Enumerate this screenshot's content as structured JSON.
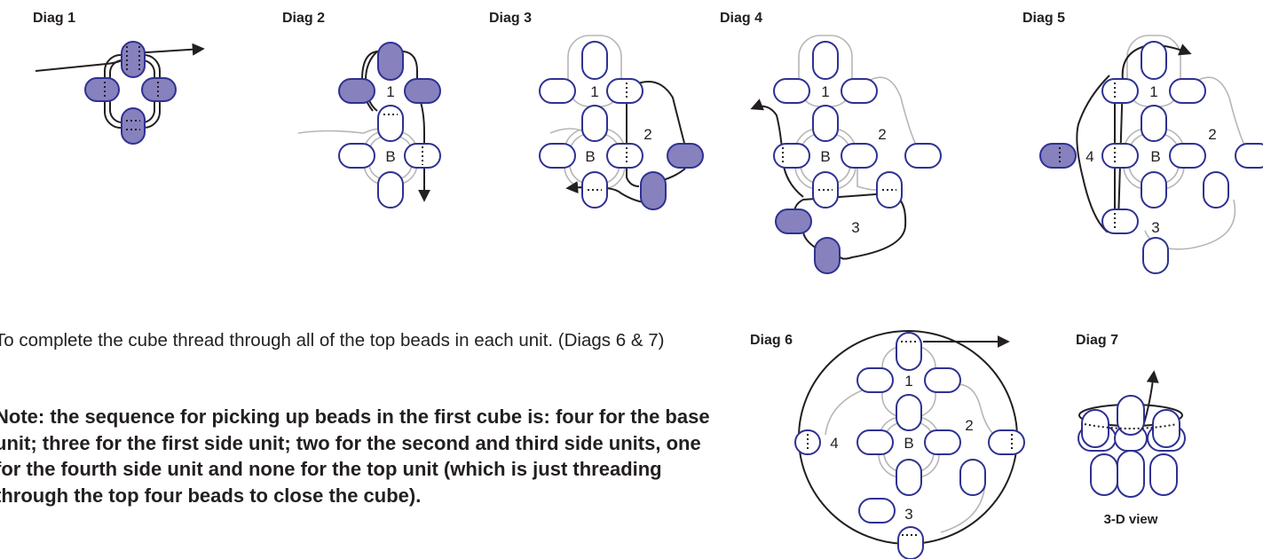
{
  "diagrams": [
    {
      "label": "Diag 1"
    },
    {
      "label": "Diag 2"
    },
    {
      "label": "Diag 3"
    },
    {
      "label": "Diag 4"
    },
    {
      "label": "Diag 5"
    },
    {
      "label": "Diag 6"
    },
    {
      "label": "Diag 7"
    }
  ],
  "bead_labels": {
    "base": "B",
    "unit1": "1",
    "unit2": "2",
    "unit3": "3",
    "unit4": "4"
  },
  "view_caption": "3-D view",
  "text": {
    "step": "To complete the cube thread through all of the top beads in each unit. (Diags 6 & 7)",
    "note": "Note: the sequence for picking up beads in the first cube is: four for the base unit; three for the first side unit; two for the second and third side units, one for the fourth side unit and none for the top unit (which is just threading through the top four beads to close the cube)."
  },
  "colors": {
    "bead_outline": "#2e3192",
    "bead_new": "#8781bd",
    "thread": "#231f20",
    "old_thread": "#b6b6b6"
  }
}
